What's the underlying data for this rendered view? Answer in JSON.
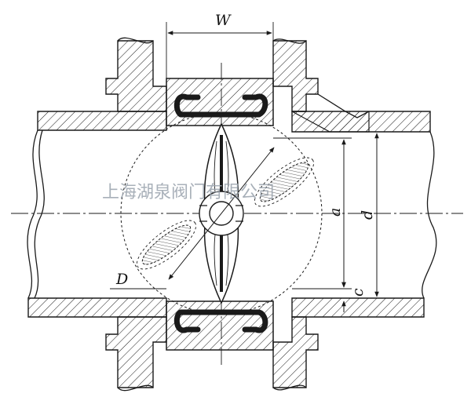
{
  "diagram": {
    "labels": {
      "width": "W",
      "diameter": "D",
      "bore": "a",
      "outer": "d",
      "gap": "c"
    },
    "watermark": "上海湖泉阀门有限公司"
  },
  "colors": {
    "stroke": "#1a1a1a",
    "seal": "#1a1a1a",
    "background": "#ffffff",
    "watermark": "#9aa3ad"
  }
}
